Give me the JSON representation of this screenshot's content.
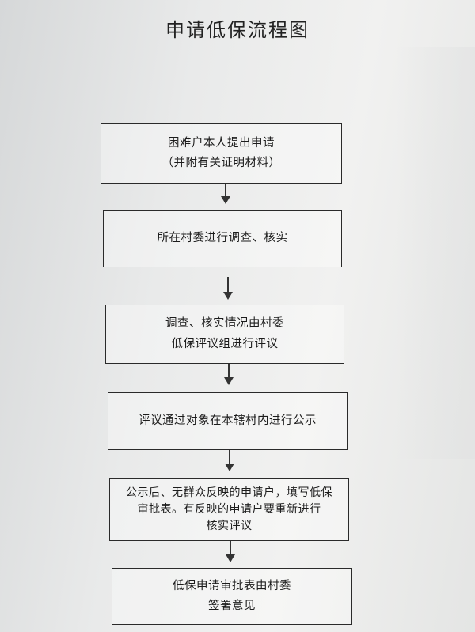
{
  "title": "申请低保流程图",
  "steps": [
    {
      "lines": [
        "困难户本人提出申请",
        "（并附有关证明材料）"
      ]
    },
    {
      "lines": [
        "所在村委进行调查、核实"
      ]
    },
    {
      "lines": [
        "调查、核实情况由村委",
        "低保评议组进行评议"
      ]
    },
    {
      "lines": [
        "评议通过对象在本辖村内进行公示"
      ]
    },
    {
      "lines": [
        "公示后、无群众反映的申请户，填写低保",
        "审批表。有反映的申请户要重新进行",
        "核实评议"
      ]
    },
    {
      "lines": [
        "低保申请审批表由村委",
        "签署意见"
      ]
    }
  ]
}
